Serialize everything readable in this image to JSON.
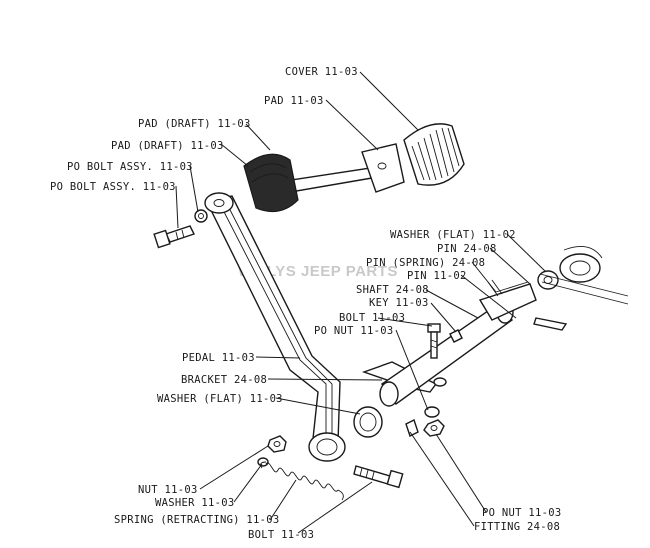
{
  "watermark": "WILLYS JEEP PARTS",
  "labels": [
    {
      "key": "cover",
      "text": "COVER 11-03"
    },
    {
      "key": "pad",
      "text": "PAD 11-03"
    },
    {
      "key": "pad-draft-1",
      "text": "PAD (DRAFT) 11-03"
    },
    {
      "key": "pad-draft-2",
      "text": "PAD (DRAFT) 11-03"
    },
    {
      "key": "po-bolt-assy-1",
      "text": "PO BOLT ASSY. 11-03"
    },
    {
      "key": "po-bolt-assy-2",
      "text": "PO BOLT ASSY. 11-03"
    },
    {
      "key": "washer-flat-top",
      "text": "WASHER (FLAT) 11-02"
    },
    {
      "key": "pin",
      "text": "PIN 24-08"
    },
    {
      "key": "pin-spring",
      "text": "PIN (SPRING) 24-08"
    },
    {
      "key": "pin-1102",
      "text": "PIN 11-02"
    },
    {
      "key": "shaft",
      "text": "SHAFT 24-08"
    },
    {
      "key": "key",
      "text": "KEY 11-03"
    },
    {
      "key": "bolt-top",
      "text": "BOLT 11-03"
    },
    {
      "key": "po-nut-top",
      "text": "PO NUT 11-03"
    },
    {
      "key": "pedal",
      "text": "PEDAL 11-03"
    },
    {
      "key": "bracket",
      "text": "BRACKET 24-08"
    },
    {
      "key": "washer-flat-mid",
      "text": "WASHER (FLAT) 11-03"
    },
    {
      "key": "nut",
      "text": "NUT 11-03"
    },
    {
      "key": "washer",
      "text": "WASHER 11-03"
    },
    {
      "key": "spring-retracting",
      "text": "SPRING (RETRACTING) 11-03"
    },
    {
      "key": "bolt-bottom",
      "text": "BOLT 11-03"
    },
    {
      "key": "po-nut-bottom",
      "text": "PO NUT 11-03"
    },
    {
      "key": "fitting",
      "text": "FITTING 24-08"
    }
  ]
}
